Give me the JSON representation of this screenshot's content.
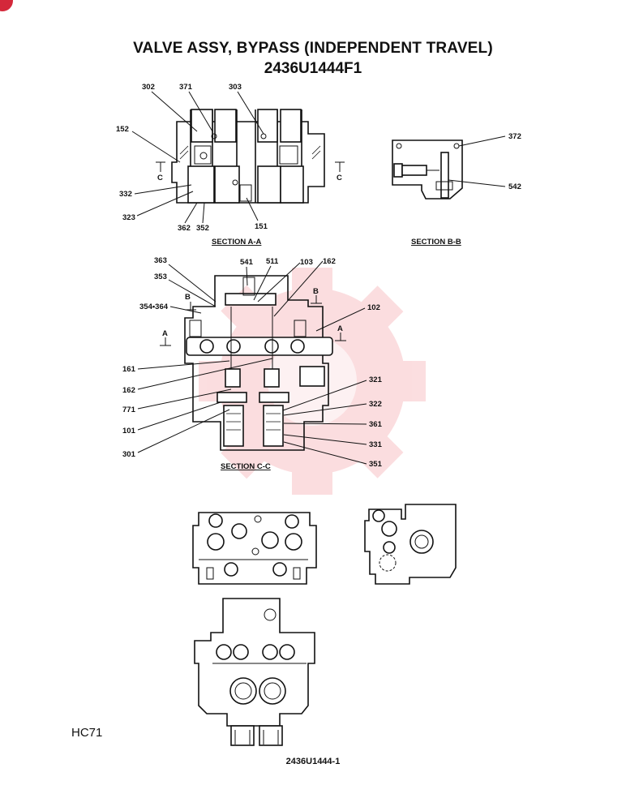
{
  "header": {
    "title": "VALVE ASSY, BYPASS (INDEPENDENT TRAVEL)",
    "part_number": "2436U1444F1"
  },
  "sections": {
    "aa": "SECTION  A-A",
    "bb": "SECTION  B-B",
    "cc": "SECTION  C-C"
  },
  "markers": {
    "a": "A",
    "b": "B",
    "c": "C"
  },
  "callouts": {
    "c302": "302",
    "c371": "371",
    "c303": "303",
    "c152": "152",
    "c332": "332",
    "c323": "323",
    "c362": "362",
    "c352": "352",
    "c151": "151",
    "c372": "372",
    "c542": "542",
    "c363": "363",
    "c541": "541",
    "c511": "511",
    "c103": "103",
    "c162a": "162",
    "c353": "353",
    "c354": "354•364",
    "c102": "102",
    "c161": "161",
    "c162b": "162",
    "c771": "771",
    "c101": "101",
    "c301": "301",
    "c321": "321",
    "c322": "322",
    "c361": "361",
    "c331": "331",
    "c351": "351"
  },
  "footer": {
    "page_code": "HC71",
    "drawing_number": "2436U1444-1"
  },
  "watermark": {
    "color": "#e8323c"
  }
}
